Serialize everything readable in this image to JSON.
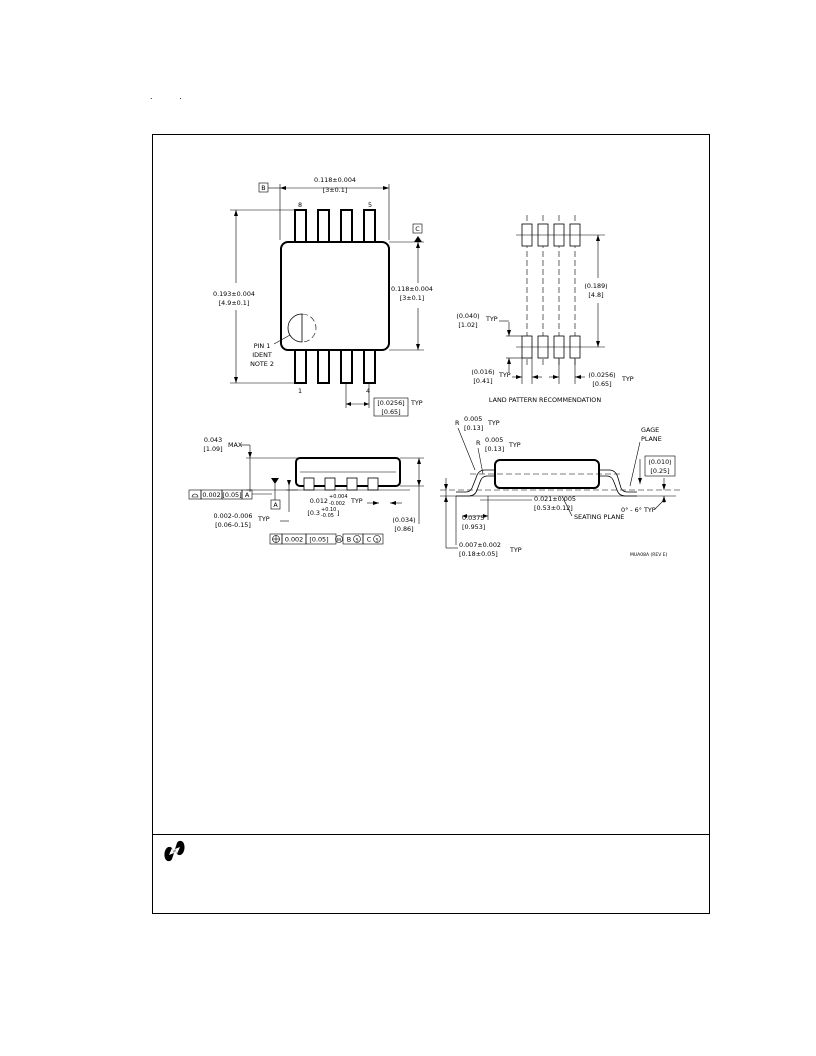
{
  "header": {
    "dots": ". ."
  },
  "top_view": {
    "width_dim": "0.118±0.004",
    "width_dim_mm": "[3±0.1]",
    "datum_b": "B",
    "datum_c": "C",
    "pin8": "8",
    "pin5": "5",
    "pin1": "1",
    "pin4": "4",
    "height_dim": "0.193±0.004",
    "height_dim_mm": "[4.9±0.1]",
    "body_height_dim": "0.118±0.004",
    "body_height_dim_mm": "[3±0.1]",
    "pin1_ident_line1": "PIN 1",
    "pin1_ident_line2": "IDENT",
    "pin1_ident_line3": "NOTE 2",
    "pitch_dim": "[0.0256]",
    "pitch_dim_mm": "[0.65]",
    "pitch_typ": "TYP"
  },
  "land_pattern": {
    "span_dim": "(0.189)",
    "span_dim_mm": "[4.8]",
    "pad_len_dim": "(0.040)",
    "pad_len_dim_mm": "[1.02]",
    "pad_len_typ": "TYP",
    "pad_w_dim": "(0.016)",
    "pad_w_dim_mm": "[0.41]",
    "pad_w_typ": "TYP",
    "pitch_dim": "(0.0256)",
    "pitch_dim_mm": "[0.65]",
    "pitch_typ": "TYP",
    "caption": "LAND PATTERN RECOMMENDATION"
  },
  "side_view": {
    "max_h": "0.043",
    "max_h_mm": "[1.09]",
    "max_label": "MAX",
    "flat_tol": "0.002",
    "flat_tol_mm": "[0.05]",
    "flat_datum": "A",
    "datum_a": "A",
    "standoff": "0.002-0.006",
    "standoff_mm": "[0.06-0.15]",
    "standoff_typ": "TYP",
    "lead_w": "0.012",
    "lead_w_tol_plus": "+0.004",
    "lead_w_tol_minus": "-0.002",
    "lead_w_typ": "TYP",
    "lead_w_mm": "[0.3",
    "lead_w_mm_tol_plus": "+0.10",
    "lead_w_mm_tol_minus": "-0.05",
    "lead_w_mm_close": "]",
    "body_h": "(0.034)",
    "body_h_mm": "[0.86]",
    "pos_tol": "0.002",
    "pos_tol_mm": "[0.05]",
    "pos_m": "M",
    "pos_b": "B",
    "pos_s1": "S",
    "pos_c": "C",
    "pos_s2": "S"
  },
  "end_view": {
    "r1": "R",
    "r1_val": "0.005",
    "r1_val_mm": "[0.13]",
    "r1_typ": "TYP",
    "r2": "R",
    "r2_val": "0.005",
    "r2_val_mm": "[0.13]",
    "r2_typ": "TYP",
    "gage_line1": "GAGE",
    "gage_line2": "PLANE",
    "gage_dim": "(0.010)",
    "gage_dim_mm": "[0.25]",
    "foot_dim": "0.021±0.005",
    "foot_dim_mm": "[0.53±0.12]",
    "foot_len": "0.0375",
    "foot_len_mm": "[0.953]",
    "seating": "SEATING PLANE",
    "angle": "0° - 6°",
    "angle_typ": "TYP",
    "thick_dim": "0.007±0.002",
    "thick_dim_mm": "[0.18±0.05]",
    "thick_typ": "TYP",
    "drawing_id": "MUA08A (REV E)"
  }
}
